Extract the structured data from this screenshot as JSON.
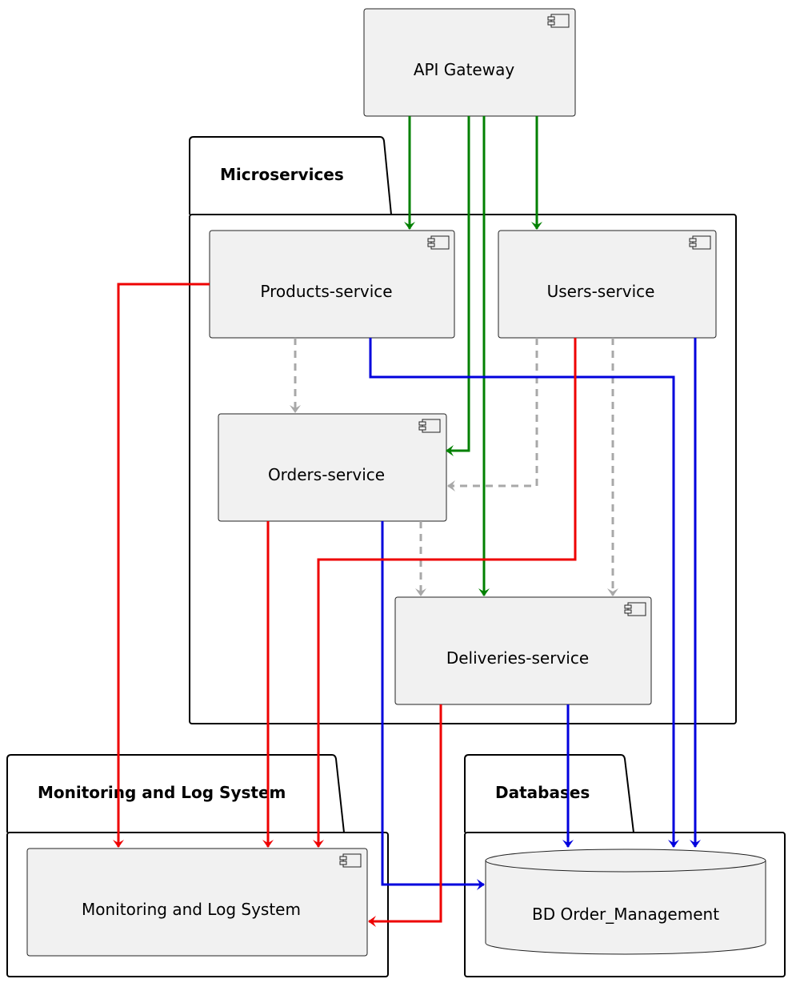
{
  "packages": {
    "microservices": "Microservices",
    "monitoring": "Monitoring and Log System",
    "databases": "Databases"
  },
  "components": {
    "api_gateway": "API Gateway",
    "products": "Products-service",
    "users": "Users-service",
    "orders": "Orders-service",
    "deliveries": "Deliveries-service",
    "monitoring_log": "Monitoring and Log System"
  },
  "database": {
    "name": "BD Order_Management"
  },
  "colors": {
    "api_route": "#008000",
    "db_access": "#0000dd",
    "logging": "#ee0000",
    "dependency": "#a8a8a8",
    "node_fill": "#f1f1f1"
  },
  "icons": {
    "component": "component-icon"
  }
}
